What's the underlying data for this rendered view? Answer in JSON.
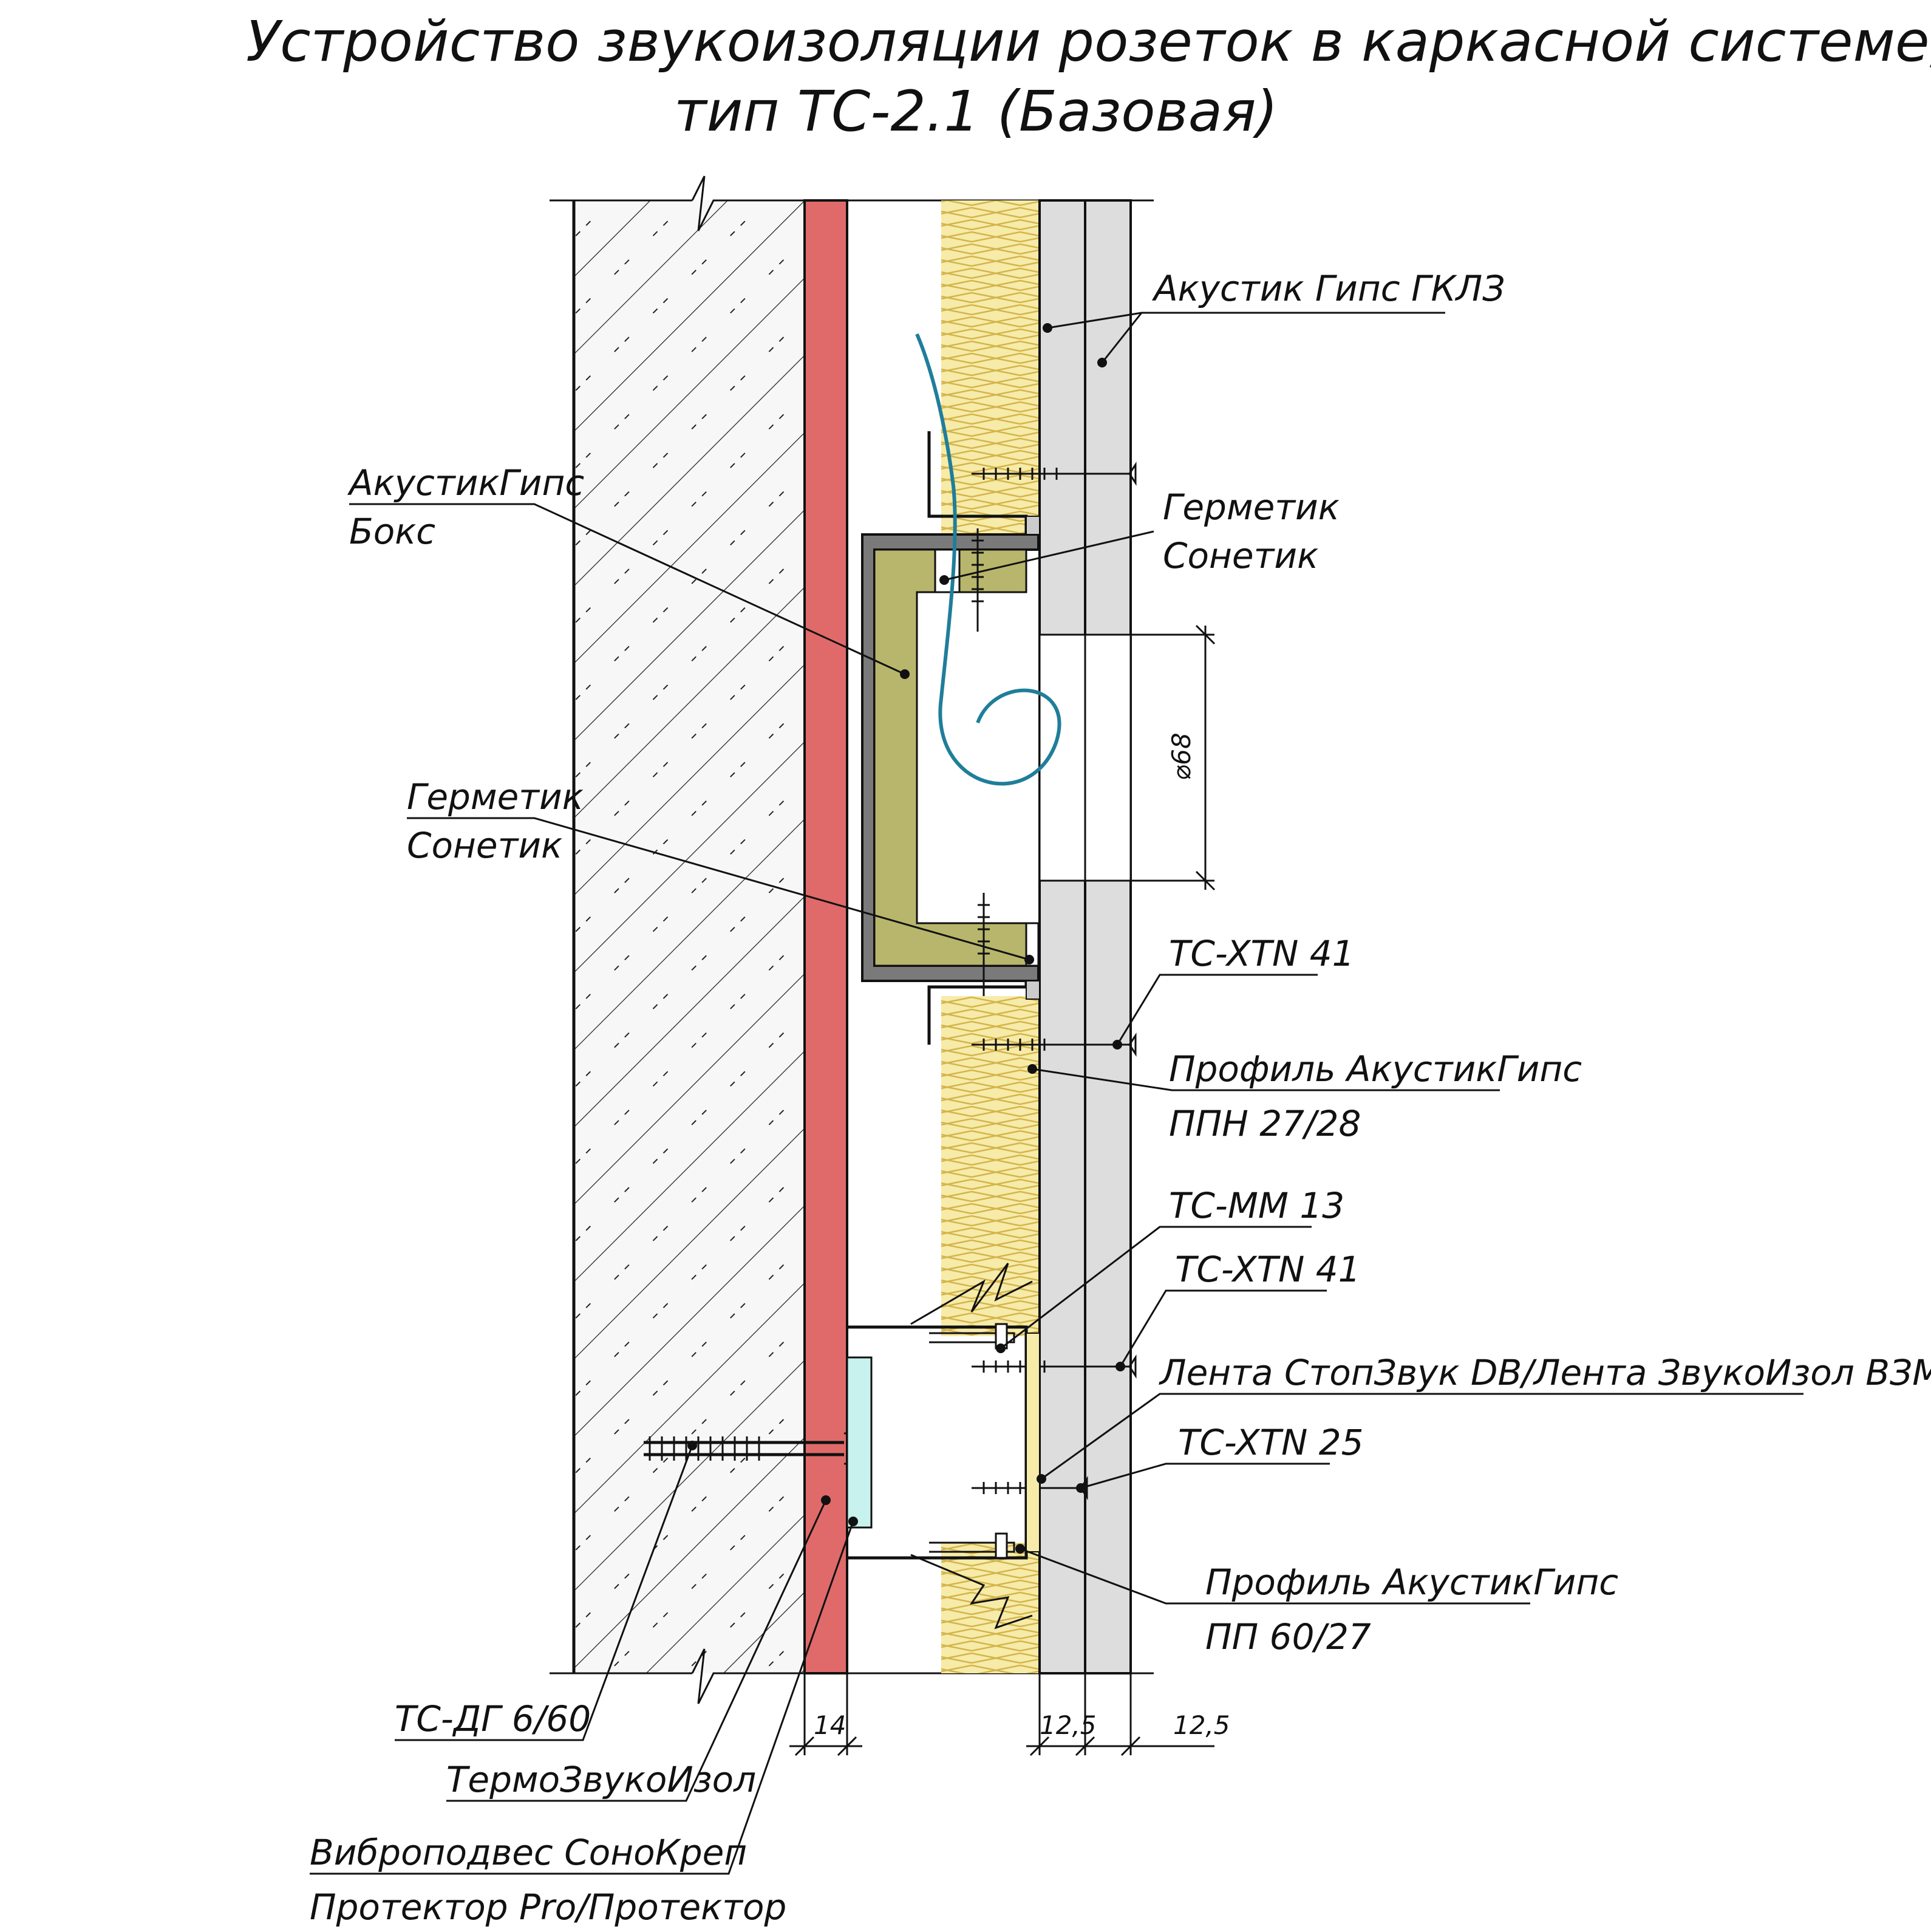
{
  "title": {
    "line1": "Устройство звукоизоляции розеток в каркасной системе,",
    "line2": "тип ТС-2.1 (Базовая)"
  },
  "colors": {
    "concrete": "#f7f7f7",
    "hatch": "#222222",
    "soundpad": "#e06a6a",
    "mineral_wool": "#f6eba8",
    "wool_lines": "#d4b44a",
    "gypsum": "#dddddd",
    "box_outer": "#7a7a7a",
    "box_fill": "#b7b66c",
    "cable": "#1f7e9a",
    "vibro": "#c8f2ee"
  },
  "callouts": {
    "akustik_gips_gkl": "Акустик Гипс ГКЛЗ",
    "akustik_gips_box_1": "АкустикГипс",
    "akustik_gips_box_2": "Бокс",
    "germetik_right_1": "Герметик",
    "germetik_right_2": "Сонетик",
    "germetik_left_1": "Герметик",
    "germetik_left_2": "Сонетик",
    "tc_xtn_41_upper": "TC-XTN 41",
    "profile_ppn_1": "Профиль АкустикГипс",
    "profile_ppn_2": "ППН 27/28",
    "tc_mm_13": "TC-MM 13",
    "tc_xtn_41_lower": "TC-XTN 41",
    "lenta": "Лента СтопЗвук DB/Лента ЗвукоИзол ВЗМ",
    "tc_xtn_25": "TC-XTN 25",
    "profile_pp_1": "Профиль АкустикГипс",
    "profile_pp_2": "ПП 60/27",
    "tc_dg": "ТС-ДГ 6/60",
    "termozvukoizol": "ТермоЗвукоИзол",
    "vibropodves_1": "Виброподвес СоноКреп",
    "vibropodves_2": "Протектор Pro/Протектор"
  },
  "dimensions": {
    "socket_diameter": "⌀68",
    "soundpad_thickness": "14",
    "gkl1_thickness": "12,5",
    "gkl2_thickness": "12,5"
  }
}
